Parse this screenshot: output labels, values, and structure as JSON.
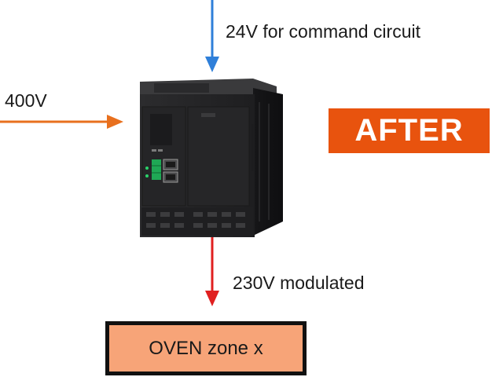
{
  "labels": {
    "command_supply": "24V for command circuit",
    "main_supply": "400V",
    "output": "230V modulated"
  },
  "badge": {
    "text": "AFTER",
    "color": "#e8530e"
  },
  "load": {
    "text": "OVEN zone x",
    "fill": "#f7a478"
  },
  "arrows": {
    "command_color": "#2f7fd9",
    "main_color": "#e8701e",
    "output_color": "#e02020"
  }
}
